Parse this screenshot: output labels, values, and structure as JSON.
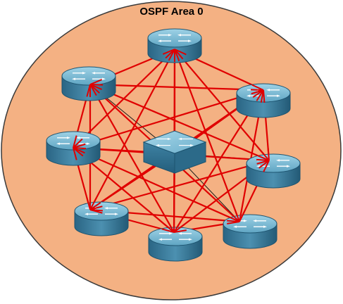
{
  "diagram": {
    "area_label": "OSPF Area 0",
    "colors": {
      "area_fill": "#F4B183",
      "area_stroke": "#3A3A3A",
      "full_mesh_link": "#E00000",
      "hub_link": "#1A1A1A",
      "router_top": "#6FB3CF",
      "router_side": "#2E6E8E",
      "router_rim": "#1D5470",
      "arrow": "#FFFFFF"
    },
    "devices": [
      {
        "id": "r-top",
        "kind": "router"
      },
      {
        "id": "r-upper-left",
        "kind": "router"
      },
      {
        "id": "r-upper-right",
        "kind": "router"
      },
      {
        "id": "r-left",
        "kind": "router"
      },
      {
        "id": "r-right",
        "kind": "router"
      },
      {
        "id": "r-lower-left",
        "kind": "router"
      },
      {
        "id": "r-bottom",
        "kind": "router"
      },
      {
        "id": "r-lower-right",
        "kind": "router"
      },
      {
        "id": "hub",
        "kind": "multilayer-switch"
      }
    ],
    "topology": "full-mesh-of-routers-plus-hub"
  }
}
